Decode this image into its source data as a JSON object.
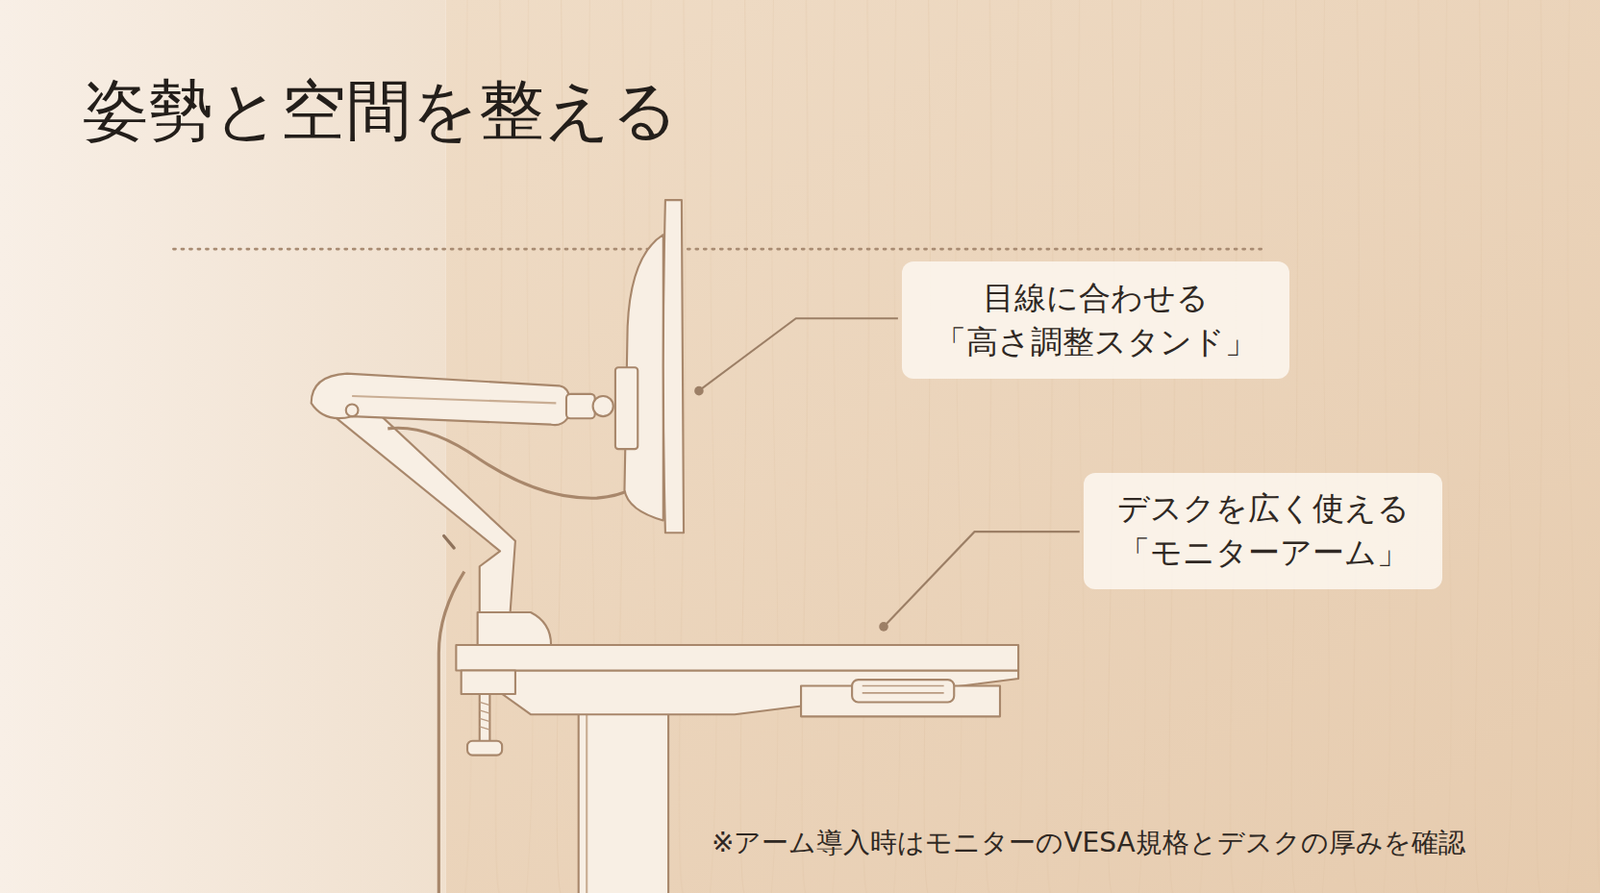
{
  "diagram": {
    "title": "姿勢と空間を整える",
    "nodes": [
      {
        "text": [
          "目線に合わせる",
          "「高さ調整スタンド」"
        ]
      },
      {
        "text": [
          "デスクを広く使える",
          "「モニターアーム」"
        ]
      }
    ],
    "labels": [
      "※アーム導入時はモニターのVESA規格とデスクの厚みを確認"
    ]
  }
}
